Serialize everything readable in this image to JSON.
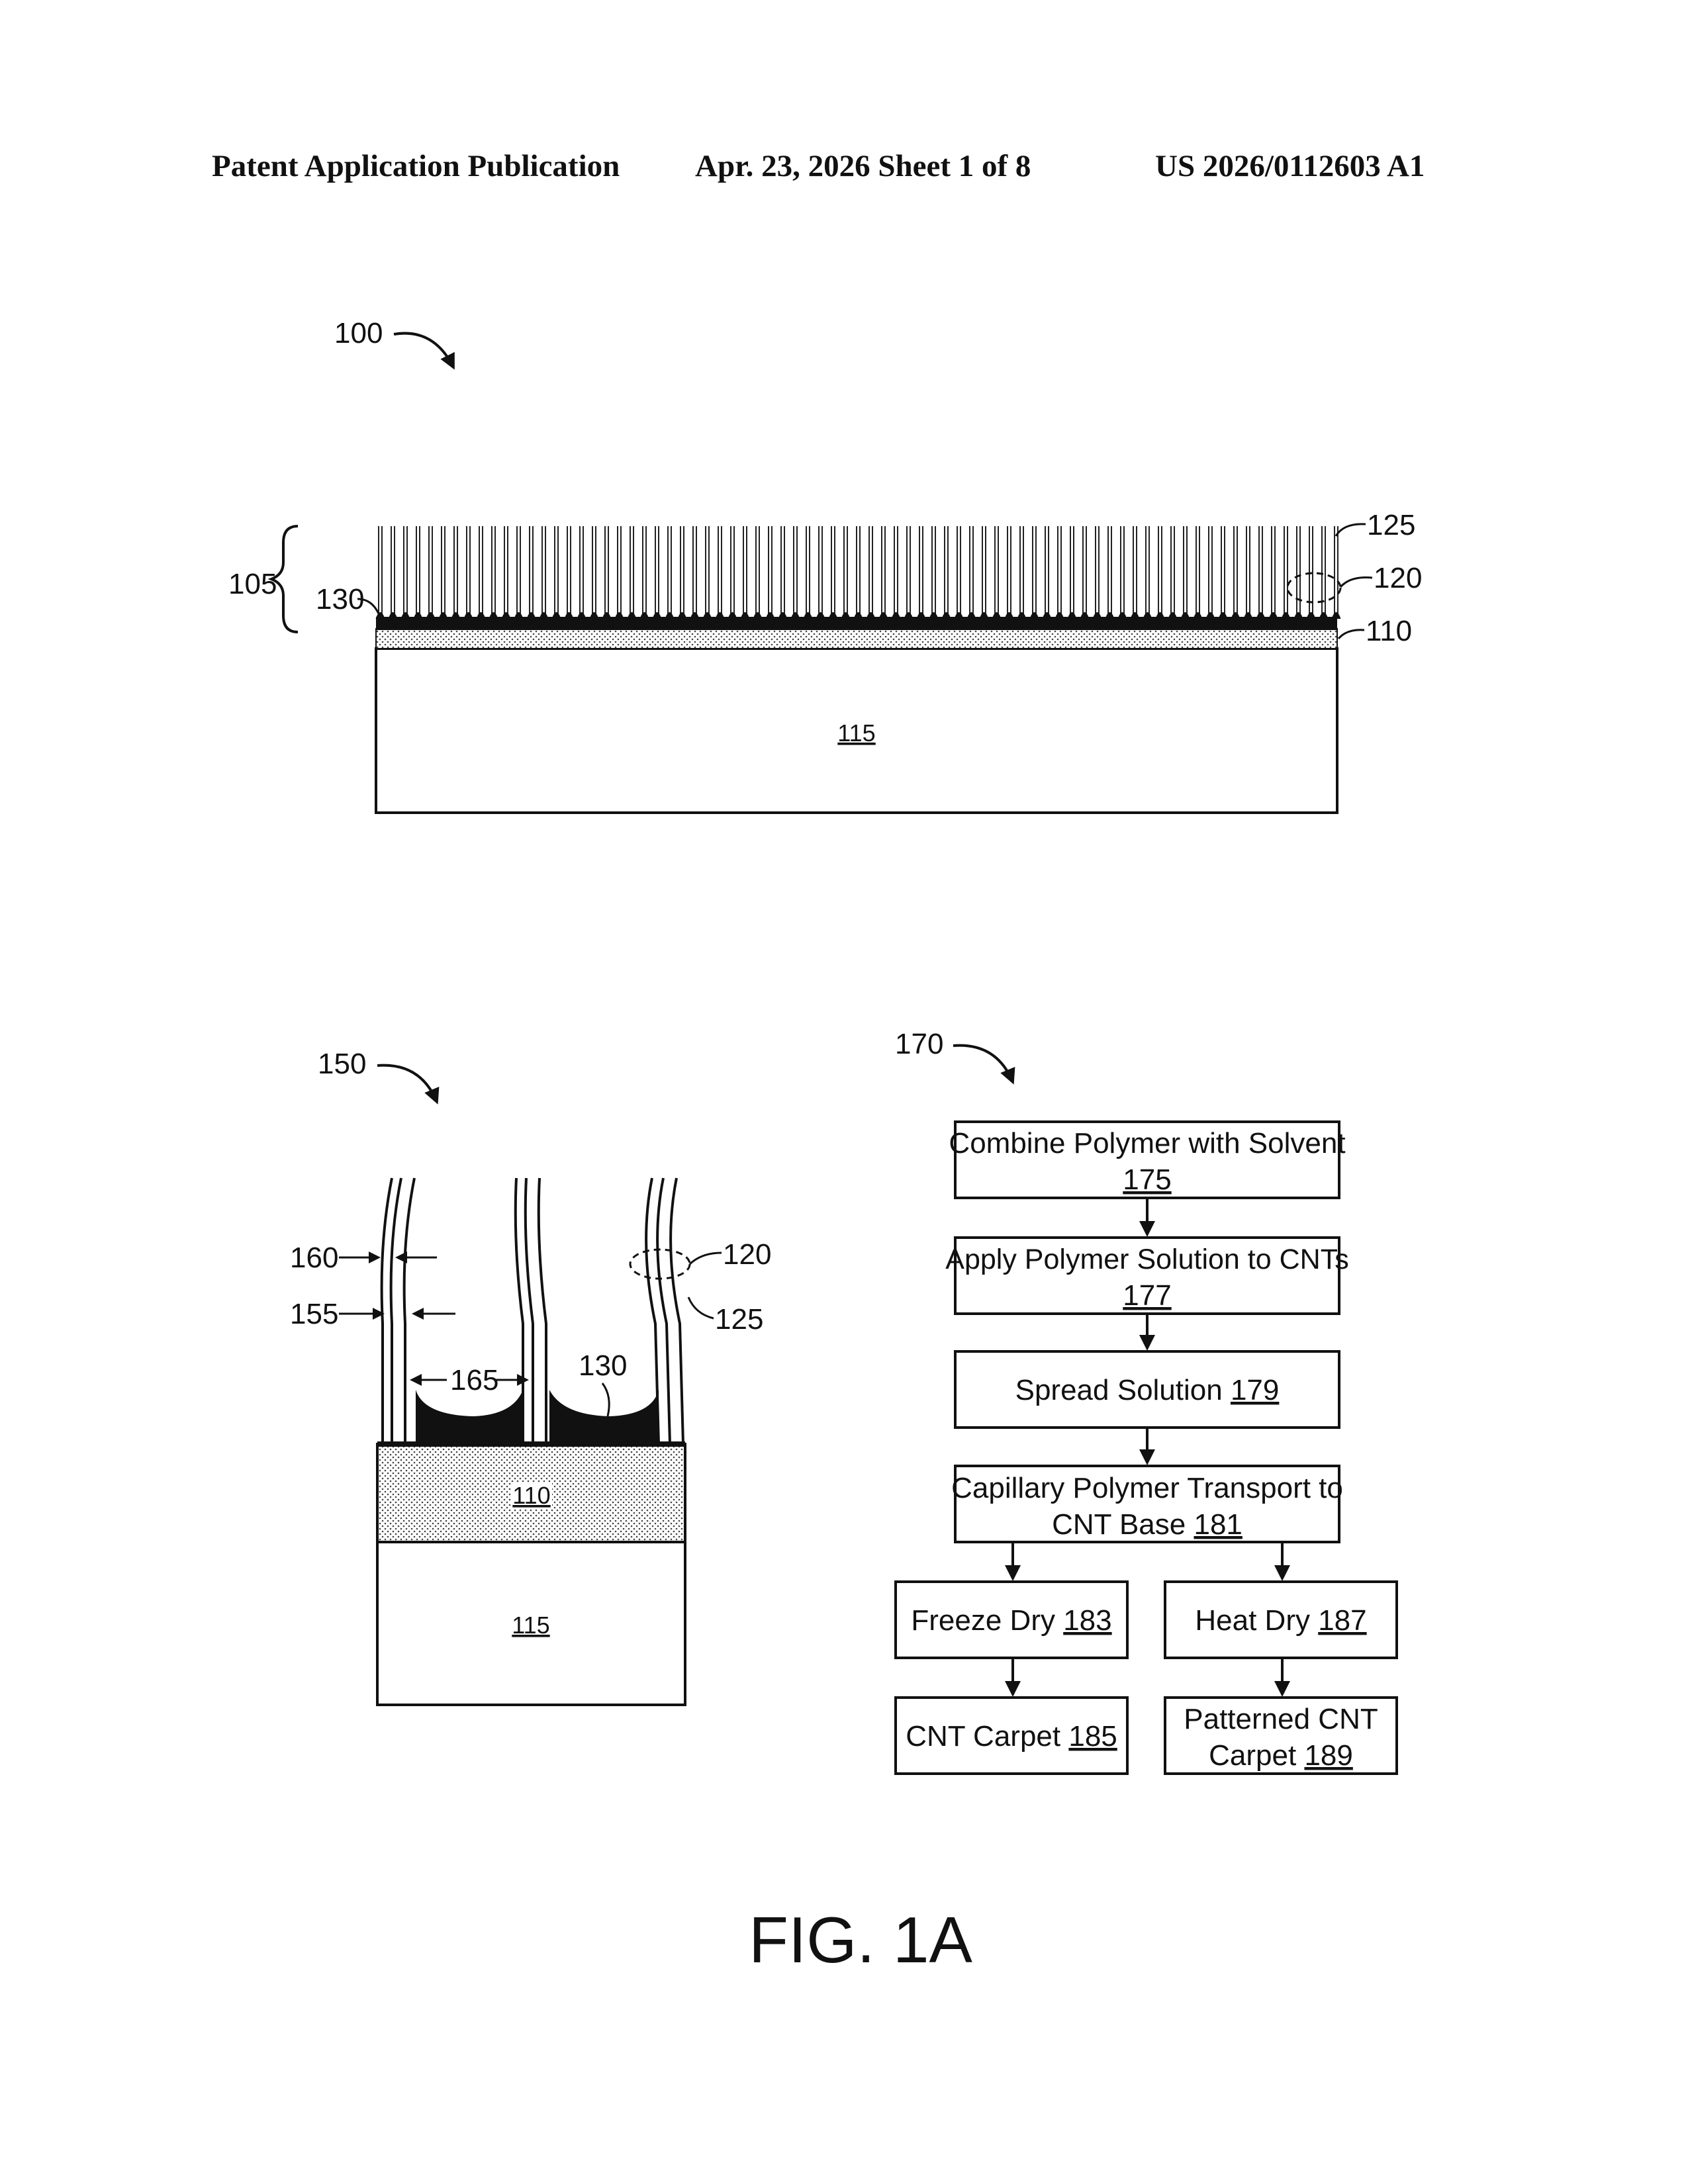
{
  "header": {
    "left": "Patent Application Publication",
    "center": "Apr. 23, 2026  Sheet 1 of 8",
    "right": "US 2026/0112603 A1"
  },
  "figure_100": {
    "ref_main": "100",
    "ref_brace": "105",
    "ref_130": "130",
    "ref_125": "125",
    "ref_120": "120",
    "ref_110": "110",
    "substrate_label": "115"
  },
  "figure_150": {
    "ref_main": "150",
    "ref_160": "160",
    "ref_155": "155",
    "ref_165": "165",
    "ref_130": "130",
    "ref_120": "120",
    "ref_125": "125",
    "layer_label": "110",
    "substrate_label": "115"
  },
  "figure_170": {
    "ref_main": "170",
    "steps": [
      {
        "line1": "Combine Polymer with Solvent",
        "line2": "",
        "num": "175"
      },
      {
        "line1": "Apply Polymer Solution to CNTs",
        "line2": "",
        "num": "177"
      },
      {
        "line1": "Spread Solution ",
        "line2": "",
        "num": "179"
      },
      {
        "line1": "Capillary Polymer Transport to",
        "line2": "CNT Base ",
        "num": "181"
      },
      {
        "line1": "Freeze Dry ",
        "line2": "",
        "num": "183"
      },
      {
        "line1": "Heat Dry ",
        "line2": "",
        "num": "187"
      },
      {
        "line1": "CNT Carpet ",
        "line2": "",
        "num": "185"
      },
      {
        "line1": "Patterned CNT",
        "line2": "Carpet ",
        "num": "189"
      }
    ]
  },
  "caption": "FIG. 1A"
}
